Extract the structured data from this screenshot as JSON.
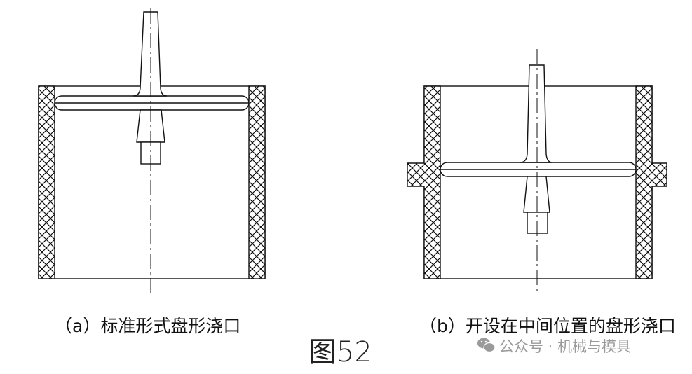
{
  "diagram": {
    "caption_a": "（a）标准形式盘形浇口",
    "caption_b": "（b）开设在中间位置的盘形浇口",
    "figure_number": "图52"
  },
  "watermark": {
    "icon": "wechat-icon",
    "text": "公众号 · 机械与模具"
  }
}
